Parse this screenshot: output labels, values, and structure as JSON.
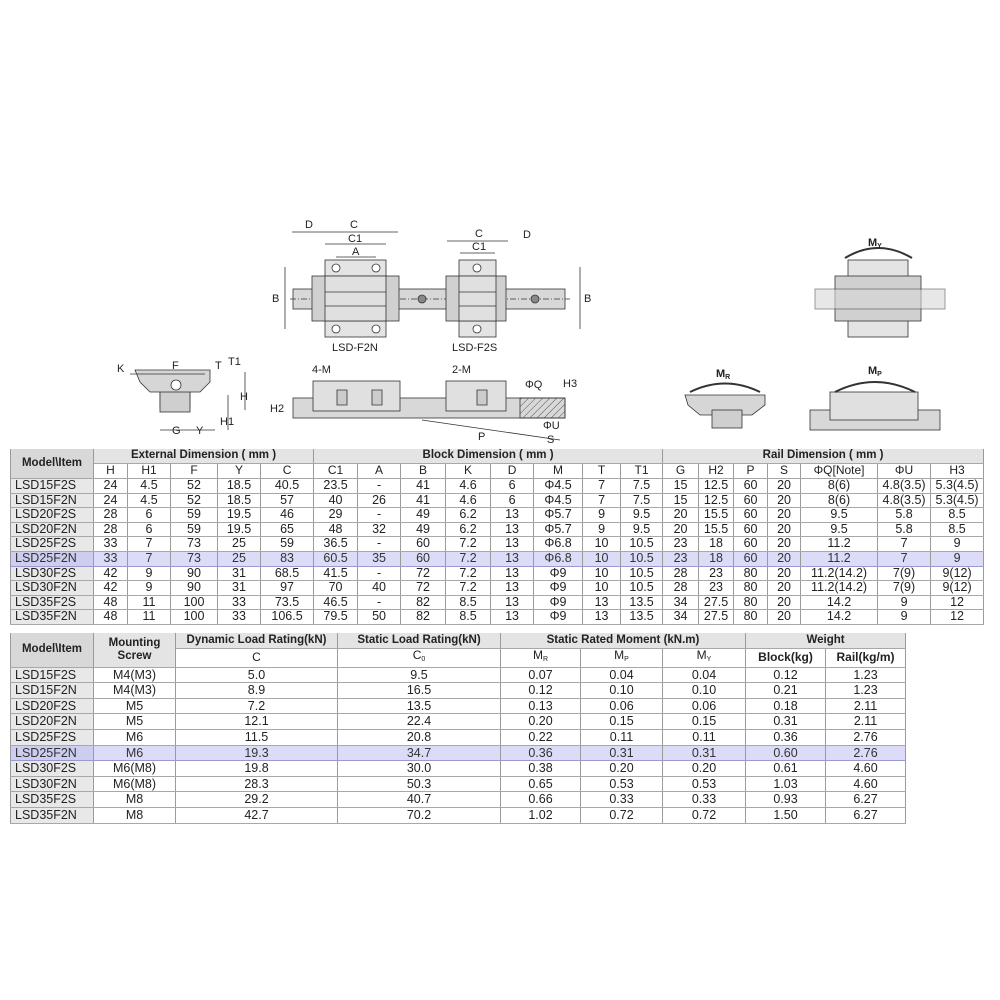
{
  "diagrams": {
    "top_view": {
      "D1": "D",
      "C1": "C",
      "C1_1": "C1",
      "A": "A",
      "B1": "B",
      "C2": "C",
      "C1_2": "C1",
      "D2": "D",
      "B2": "B",
      "label_n": "LSD-F2N",
      "label_s": "LSD-F2S"
    },
    "end_view": {
      "K": "K",
      "F": "F",
      "T": "T",
      "T1": "T1",
      "H": "H",
      "H1": "H1",
      "G": "G",
      "Y": "Y"
    },
    "side_view": {
      "m4": "4-M",
      "m2": "2-M",
      "H2": "H2",
      "Q": "ΦQ",
      "H3": "H3",
      "U": "ΦU",
      "P": "P",
      "S": "S"
    },
    "moments": {
      "MY": "M",
      "MY_sub": "Y",
      "MR": "M",
      "MR_sub": "R",
      "MP": "M",
      "MP_sub": "P"
    }
  },
  "highlight_color": "#dcdcf8",
  "table_dimensions": {
    "model_header": "Model\\Item",
    "groups": {
      "external": "External Dimension ( mm )",
      "block": "Block Dimension ( mm )",
      "rail": "Rail Dimension ( mm )"
    },
    "columns": [
      "H",
      "H1",
      "F",
      "Y",
      "C",
      "C1",
      "A",
      "B",
      "K",
      "D",
      "M",
      "T",
      "T1",
      "G",
      "H2",
      "P",
      "S",
      "ΦQ[Note]",
      "ΦU",
      "H3"
    ],
    "highlighted_row": 5,
    "rows": [
      [
        "LSD15F2S",
        "24",
        "4.5",
        "52",
        "18.5",
        "40.5",
        "23.5",
        "-",
        "41",
        "4.6",
        "6",
        "Φ4.5",
        "7",
        "7.5",
        "15",
        "12.5",
        "60",
        "20",
        "8(6)",
        "4.8(3.5)",
        "5.3(4.5)"
      ],
      [
        "LSD15F2N",
        "24",
        "4.5",
        "52",
        "18.5",
        "57",
        "40",
        "26",
        "41",
        "4.6",
        "6",
        "Φ4.5",
        "7",
        "7.5",
        "15",
        "12.5",
        "60",
        "20",
        "8(6)",
        "4.8(3.5)",
        "5.3(4.5)"
      ],
      [
        "LSD20F2S",
        "28",
        "6",
        "59",
        "19.5",
        "46",
        "29",
        "-",
        "49",
        "6.2",
        "13",
        "Φ5.7",
        "9",
        "9.5",
        "20",
        "15.5",
        "60",
        "20",
        "9.5",
        "5.8",
        "8.5"
      ],
      [
        "LSD20F2N",
        "28",
        "6",
        "59",
        "19.5",
        "65",
        "48",
        "32",
        "49",
        "6.2",
        "13",
        "Φ5.7",
        "9",
        "9.5",
        "20",
        "15.5",
        "60",
        "20",
        "9.5",
        "5.8",
        "8.5"
      ],
      [
        "LSD25F2S",
        "33",
        "7",
        "73",
        "25",
        "59",
        "36.5",
        "-",
        "60",
        "7.2",
        "13",
        "Φ6.8",
        "10",
        "10.5",
        "23",
        "18",
        "60",
        "20",
        "11.2",
        "7",
        "9"
      ],
      [
        "LSD25F2N",
        "33",
        "7",
        "73",
        "25",
        "83",
        "60.5",
        "35",
        "60",
        "7.2",
        "13",
        "Φ6.8",
        "10",
        "10.5",
        "23",
        "18",
        "60",
        "20",
        "11.2",
        "7",
        "9"
      ],
      [
        "LSD30F2S",
        "42",
        "9",
        "90",
        "31",
        "68.5",
        "41.5",
        "-",
        "72",
        "7.2",
        "13",
        "Φ9",
        "10",
        "10.5",
        "28",
        "23",
        "80",
        "20",
        "11.2(14.2)",
        "7(9)",
        "9(12)"
      ],
      [
        "LSD30F2N",
        "42",
        "9",
        "90",
        "31",
        "97",
        "70",
        "40",
        "72",
        "7.2",
        "13",
        "Φ9",
        "10",
        "10.5",
        "28",
        "23",
        "80",
        "20",
        "11.2(14.2)",
        "7(9)",
        "9(12)"
      ],
      [
        "LSD35F2S",
        "48",
        "11",
        "100",
        "33",
        "73.5",
        "46.5",
        "-",
        "82",
        "8.5",
        "13",
        "Φ9",
        "13",
        "13.5",
        "34",
        "27.5",
        "80",
        "20",
        "14.2",
        "9",
        "12"
      ],
      [
        "LSD35F2N",
        "48",
        "11",
        "100",
        "33",
        "106.5",
        "79.5",
        "50",
        "82",
        "8.5",
        "13",
        "Φ9",
        "13",
        "13.5",
        "34",
        "27.5",
        "80",
        "20",
        "14.2",
        "9",
        "12"
      ]
    ]
  },
  "table_loads": {
    "model_header": "Model\\Item",
    "screw_header": "Mounting Screw",
    "dynamic_header": "Dynamic Load Rating(kN)",
    "dynamic_sub": "C",
    "static_header": "Static Load Rating(kN)",
    "static_sub": "C",
    "static_sub_index": "0",
    "moment_header": "Static Rated Moment (kN.m)",
    "moment_subs": [
      {
        "m": "M",
        "s": "R"
      },
      {
        "m": "M",
        "s": "P"
      },
      {
        "m": "M",
        "s": "Y"
      }
    ],
    "weight_header": "Weight",
    "block_header": "Block(kg)",
    "rail_header": "Rail(kg/m)",
    "highlighted_row": 5,
    "rows": [
      [
        "LSD15F2S",
        "M4(M3)",
        "5.0",
        "9.5",
        "0.07",
        "0.04",
        "0.04",
        "0.12",
        "1.23"
      ],
      [
        "LSD15F2N",
        "M4(M3)",
        "8.9",
        "16.5",
        "0.12",
        "0.10",
        "0.10",
        "0.21",
        "1.23"
      ],
      [
        "LSD20F2S",
        "M5",
        "7.2",
        "13.5",
        "0.13",
        "0.06",
        "0.06",
        "0.18",
        "2.11"
      ],
      [
        "LSD20F2N",
        "M5",
        "12.1",
        "22.4",
        "0.20",
        "0.15",
        "0.15",
        "0.31",
        "2.11"
      ],
      [
        "LSD25F2S",
        "M6",
        "11.5",
        "20.8",
        "0.22",
        "0.11",
        "0.11",
        "0.36",
        "2.76"
      ],
      [
        "LSD25F2N",
        "M6",
        "19.3",
        "34.7",
        "0.36",
        "0.31",
        "0.31",
        "0.60",
        "2.76"
      ],
      [
        "LSD30F2S",
        "M6(M8)",
        "19.8",
        "30.0",
        "0.38",
        "0.20",
        "0.20",
        "0.61",
        "4.60"
      ],
      [
        "LSD30F2N",
        "M6(M8)",
        "28.3",
        "50.3",
        "0.65",
        "0.53",
        "0.53",
        "1.03",
        "4.60"
      ],
      [
        "LSD35F2S",
        "M8",
        "29.2",
        "40.7",
        "0.66",
        "0.33",
        "0.33",
        "0.93",
        "6.27"
      ],
      [
        "LSD35F2N",
        "M8",
        "42.7",
        "70.2",
        "1.02",
        "0.72",
        "0.72",
        "1.50",
        "6.27"
      ]
    ]
  }
}
